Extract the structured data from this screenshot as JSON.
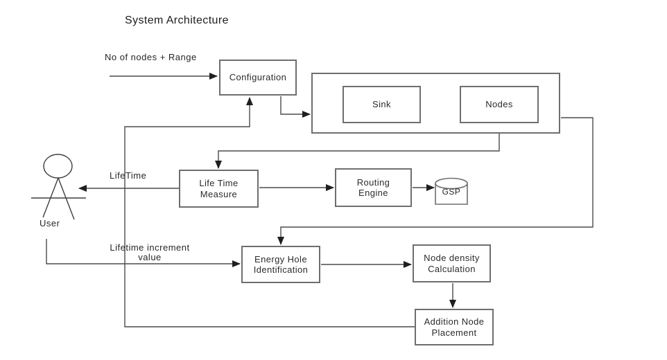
{
  "title": "System Architecture",
  "boxes": {
    "configuration": {
      "label": "Configuration"
    },
    "sink": {
      "label": "Sink"
    },
    "nodes": {
      "label": "Nodes"
    },
    "life_time_measure": {
      "label": "Life Time\nMeasure"
    },
    "routing_engine": {
      "label": "Routing\nEngine"
    },
    "gsp": {
      "label": "GSP"
    },
    "energy_hole_identification": {
      "label": "Energy Hole\nIdentification"
    },
    "node_density_calculation": {
      "label": "Node density\nCalculation"
    },
    "addition_node_placement": {
      "label": "Addition Node\nPlacement"
    }
  },
  "edge_labels": {
    "input": "No of nodes + Range",
    "lifetime_output": "LifeTime",
    "lifetime_increment": "Lifetime increment\nvalue"
  },
  "actor": {
    "label": "User"
  },
  "colors": {
    "background": "#ffffff",
    "line": "#4a4a4a",
    "box_border": "#6e6e6e",
    "arrowhead": "#1f1f1f",
    "text": "#2b2b2b"
  }
}
